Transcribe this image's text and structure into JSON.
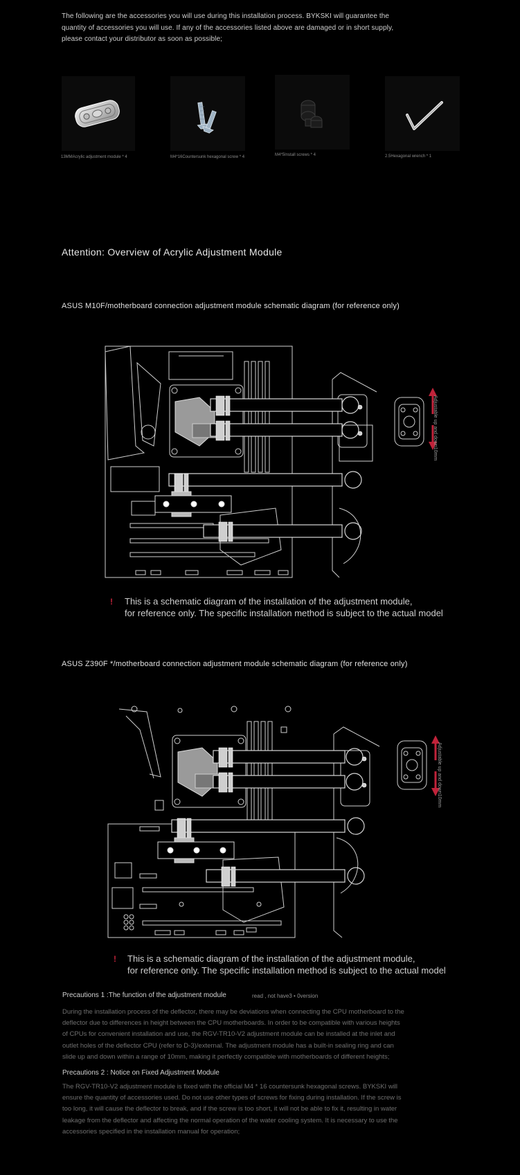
{
  "intro": {
    "lines": [
      "The following are the accessories you will use during this installation process. BYKSKI will guarantee the",
      "quantity of accessories you will use. If any of the accessories listed above are damaged or in short supply,",
      "please contact your distributor as soon as possible;"
    ]
  },
  "accessories": [
    {
      "label": "13MMAcrylic adjustment module * 4",
      "icon": "acrylic-module-icon"
    },
    {
      "label": "M4*16Countersunk hexagonal screw * 4",
      "icon": "countersunk-screw-icon"
    },
    {
      "label": "M4*5Install screws * 4",
      "icon": "install-screw-icon"
    },
    {
      "label": "2.5Hexagonal wrench * 1",
      "icon": "hex-wrench-icon"
    }
  ],
  "attention": "Attention: Overview of Acrylic Adjustment Module",
  "diagrams": [
    {
      "title": "ASUS M10F/motherboard connection adjustment module schematic diagram (for reference only)",
      "side_label": "Adjustable up and down10mm",
      "note_mark": "!",
      "note_lines": [
        "This is a schematic diagram of the installation of the adjustment module,",
        "for reference only. The specific installation method is subject to the actual model"
      ]
    },
    {
      "title": "ASUS Z390F */motherboard connection adjustment module schematic diagram (for reference only)",
      "side_label": "Adjustable up and down10mm",
      "note_mark": "!",
      "note_lines": [
        "This is a schematic diagram of the installation of the adjustment module,",
        "for reference only. The specific installation method is subject to the actual model"
      ]
    }
  ],
  "precautions": [
    {
      "title": "Precautions 1 :The function of the adjustment module",
      "extra": "read  ,  not have3 • 0version",
      "lines": [
        "During the installation process of the deflector, there may be deviations when connecting the CPU motherboard to the",
        "deflector due to differences in height between the CPU motherboards. In order to be compatible with various heights",
        "of CPUs for convenient installation and use, the RGV-TR10-V2 adjustment module can be installed at the inlet and",
        "outlet holes of the deflector CPU (refer to D-3)/external. The adjustment module has a built-in sealing ring and can",
        "slide up and down within a range of 10mm, making it perfectly compatible with motherboards of different heights;"
      ]
    },
    {
      "title": "Precautions 2 : Notice on Fixed Adjustment Module",
      "lines": [
        "The RGV-TR10-V2 adjustment module is fixed with the official M4 * 16 countersunk hexagonal screws. BYKSKI will",
        "ensure the quantity of accessories used. Do not use other types of screws for fixing during installation. If the screw is",
        "too long, it will cause the deflector to break, and if the screw is too short, it will not be able to fix it, resulting in water",
        "leakage from the deflector and affecting the normal operation of the water cooling system. It is necessary to use the",
        "accessories specified in the installation manual for operation;"
      ]
    }
  ],
  "colors": {
    "background": "#000000",
    "accent_red": "#c0233a",
    "line_art": "#cfcfcf"
  }
}
